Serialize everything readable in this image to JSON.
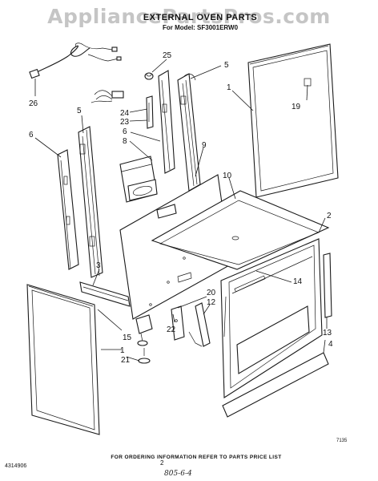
{
  "header": {
    "watermark": "AppliancePartsPros.com",
    "title": "EXTERNAL OVEN PARTS",
    "model": "For Model: SF3001ERW0"
  },
  "callouts": {
    "n1a": "1",
    "n1b": "1",
    "n2": "2",
    "n3": "3",
    "n4": "4",
    "n5a": "5",
    "n5b": "5",
    "n6a": "6",
    "n6b": "6",
    "n8": "8",
    "n9": "9",
    "n10": "10",
    "n12": "12",
    "n13": "13",
    "n14": "14",
    "n15": "15",
    "n19": "19",
    "n20": "20",
    "n21": "21",
    "n22": "22",
    "n23": "23",
    "n24": "24",
    "n25": "25",
    "n26": "26"
  },
  "corner_code": "7135",
  "footer": {
    "order_info": "FOR ORDERING INFORMATION REFER TO PARTS PRICE LIST",
    "doc_number": "4314906",
    "page": "2",
    "handwritten": "805-6-4"
  }
}
